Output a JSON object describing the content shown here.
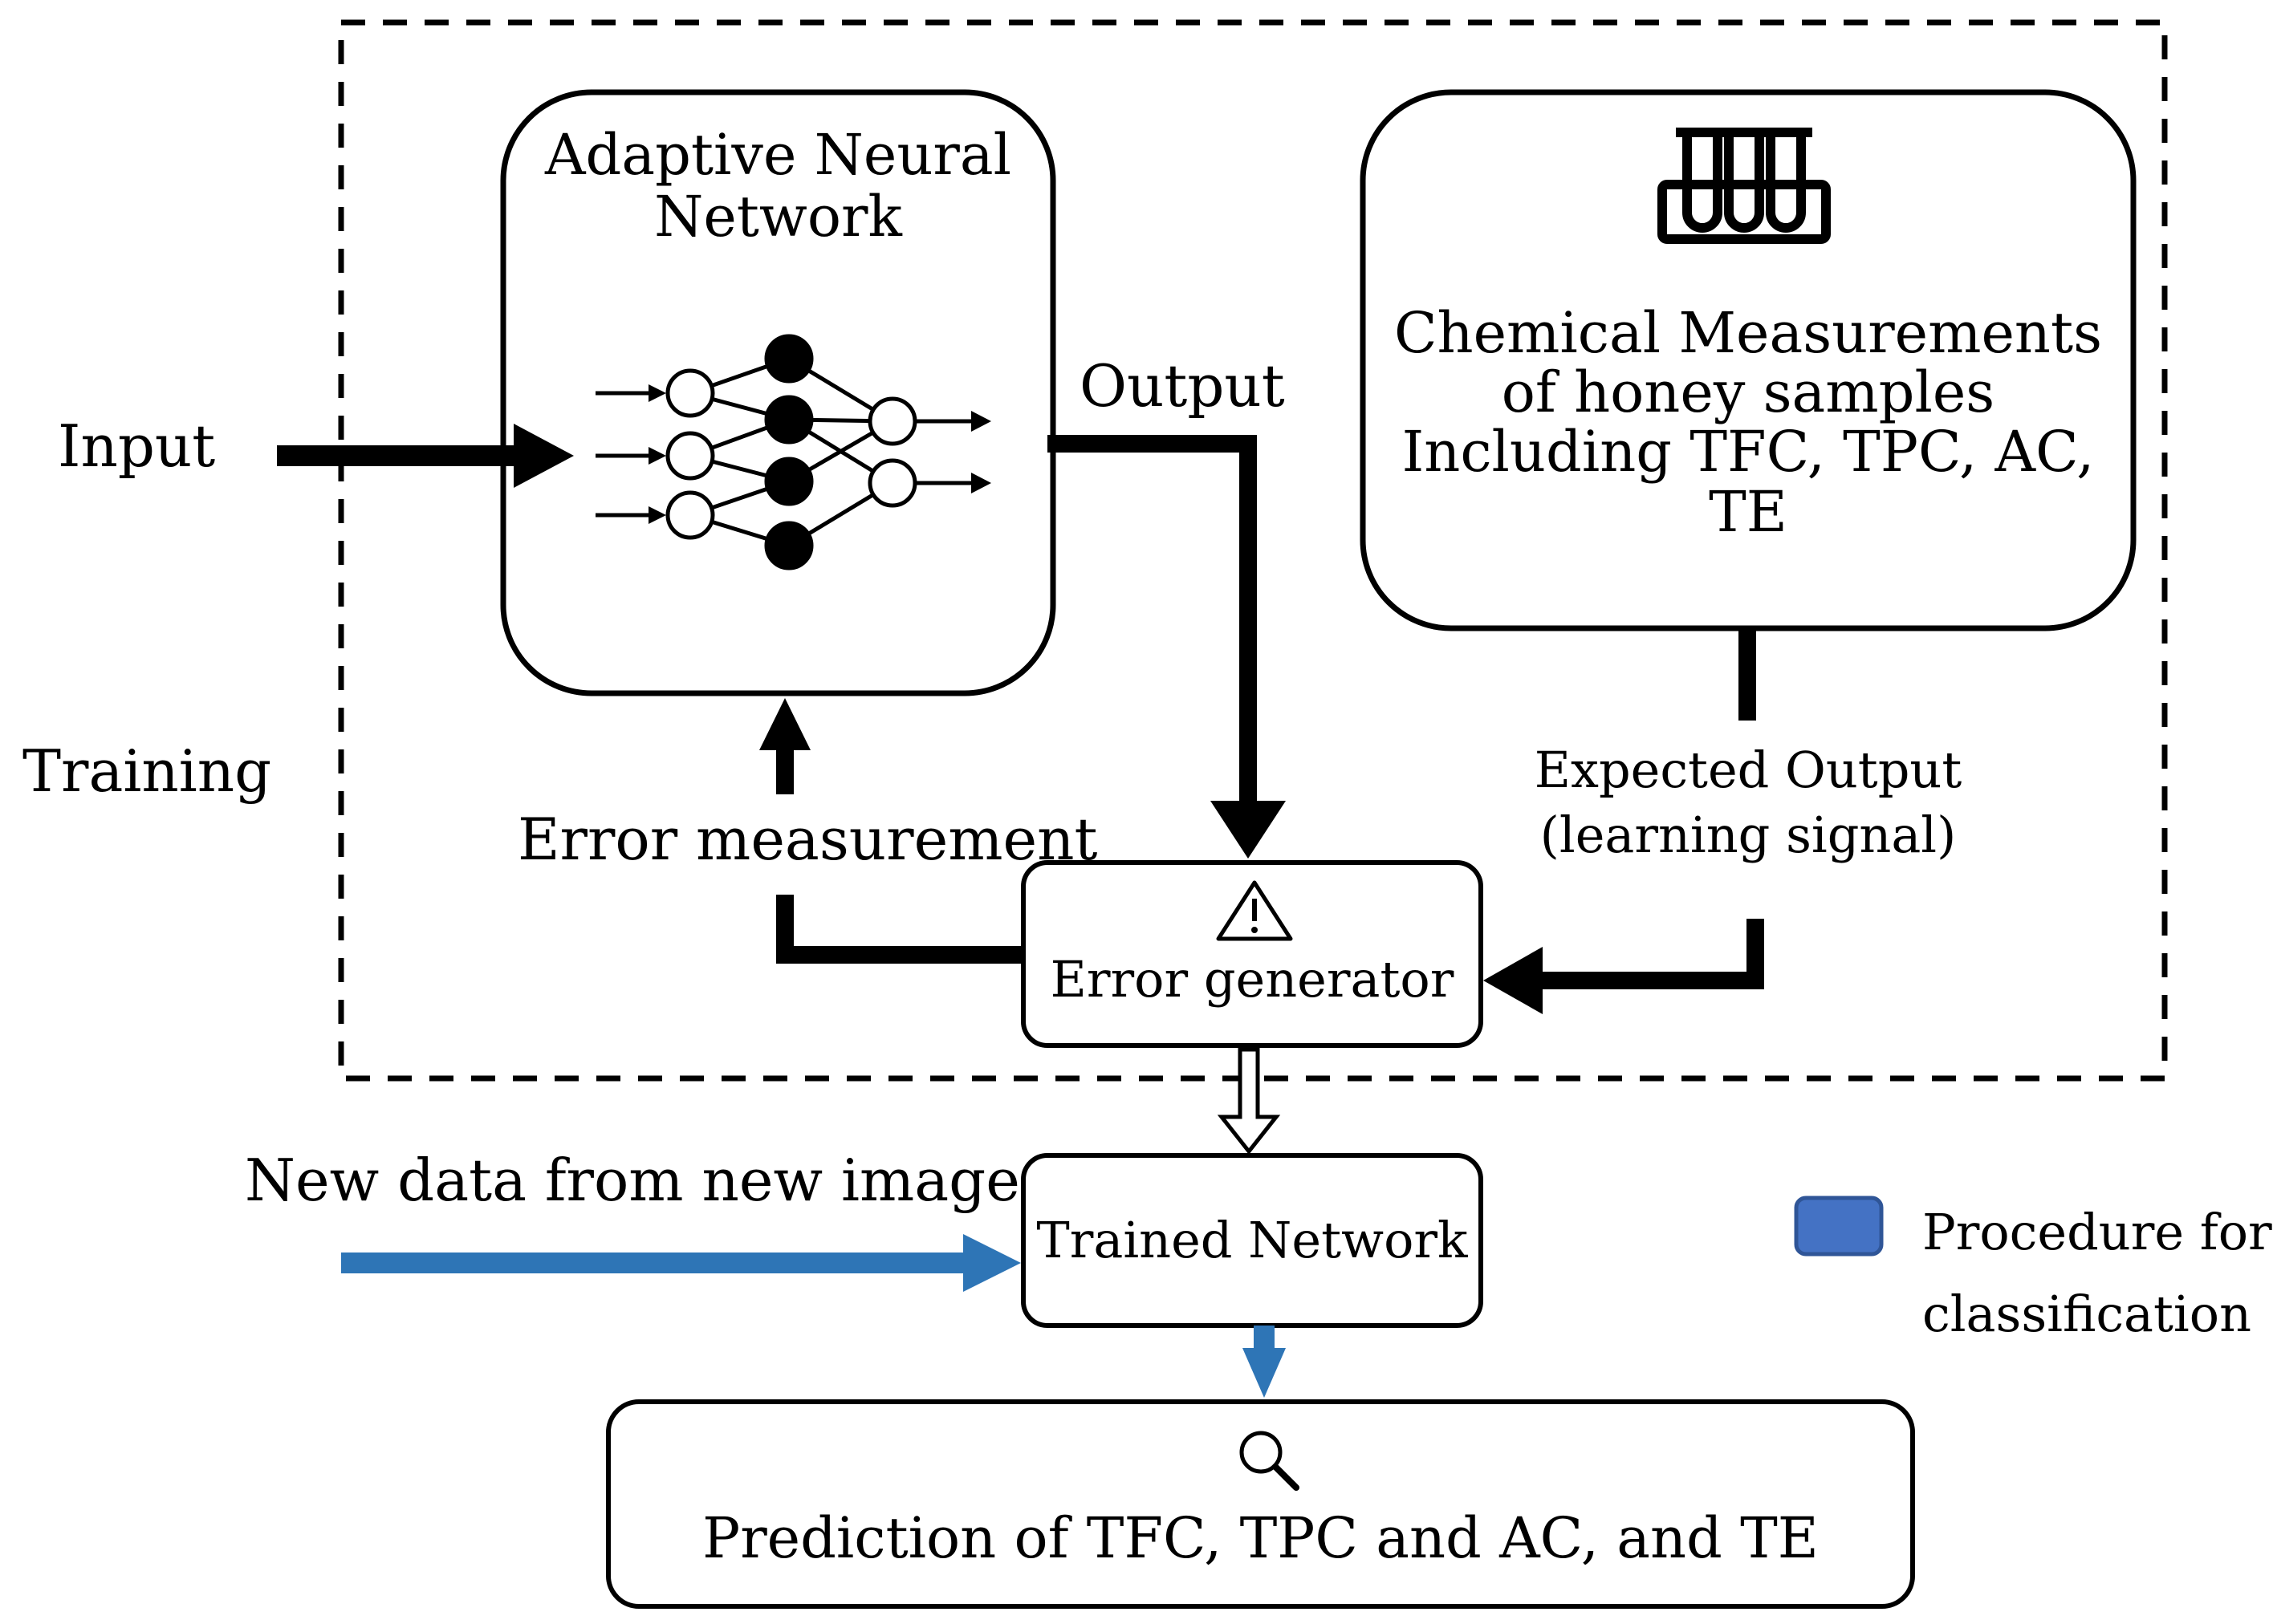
{
  "labels": {
    "input": "Input",
    "training": "Training",
    "output": "Output",
    "error_measurement": "Error measurement",
    "new_data": "New data from new image"
  },
  "boxes": {
    "ann_line1": "Adaptive Neural",
    "ann_line2": "Network",
    "chem_line1": "Chemical Measurements",
    "chem_line2": "of honey samples",
    "chem_line3": "Including TFC, TPC, AC,",
    "chem_line4": "TE",
    "error_generator": "Error generator",
    "trained_network": "Trained Network",
    "prediction": "Prediction of TFC, TPC and AC, and TE"
  },
  "expected_output": {
    "line1": "Expected Output",
    "line2": "(learning signal)"
  },
  "legend": {
    "line1": "Procedure for",
    "line2": "classification",
    "color": "#4472c4"
  },
  "icons": {
    "network": "neural-network-icon",
    "test_tubes": "test-tubes-icon",
    "warning": "warning-icon",
    "search": "magnifier-icon"
  },
  "colors": {
    "flow_line": "#000000",
    "classification_arrow": "#2e75b6"
  }
}
